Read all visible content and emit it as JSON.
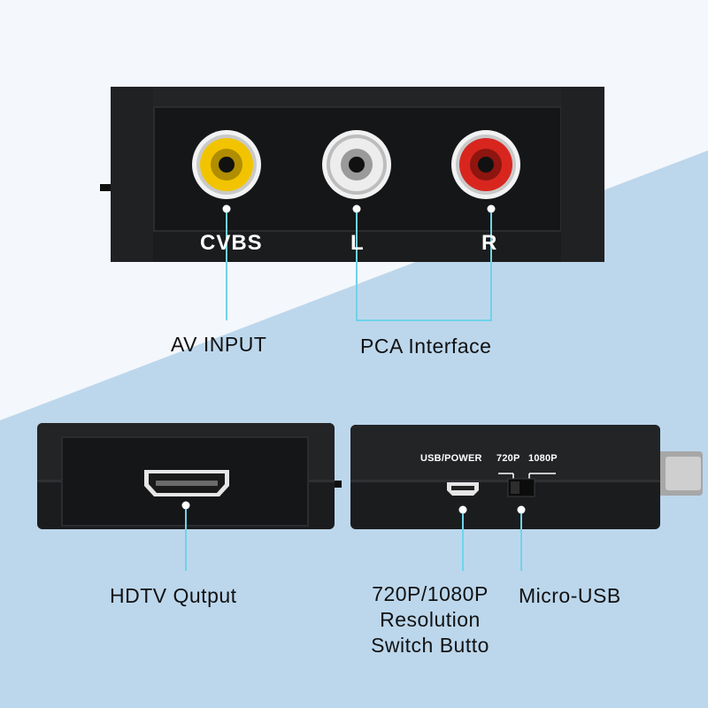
{
  "colors": {
    "background_light": "#f4f7fb",
    "background_blue": "#bcd7ec",
    "device_body": "#1b1c1e",
    "callout_line": "#6fd3e8",
    "rca_yellow": "#f2c400",
    "rca_white": "#e9e9e9",
    "rca_red": "#d8261f"
  },
  "top_device": {
    "port_labels": {
      "cvbs": "CVBS",
      "left": "L",
      "right": "R"
    },
    "callouts": {
      "av_input": "AV INPUT",
      "pca_interface": "PCA Interface"
    }
  },
  "bottom_left_device": {
    "callout": "HDTV Qutput"
  },
  "bottom_right_device": {
    "labels": {
      "usb_power": "USB/POWER",
      "res_720": "720P",
      "res_1080": "1080P"
    },
    "callouts": {
      "resolution_line1": "720P/1080P",
      "resolution_line2": "Resolution",
      "resolution_line3": "Switch Butto",
      "micro_usb": "Micro-USB"
    }
  },
  "icons": [
    "rca-yellow-jack-icon",
    "rca-white-jack-icon",
    "rca-red-jack-icon",
    "hdmi-port-icon",
    "micro-usb-port-icon",
    "resolution-switch-icon"
  ]
}
